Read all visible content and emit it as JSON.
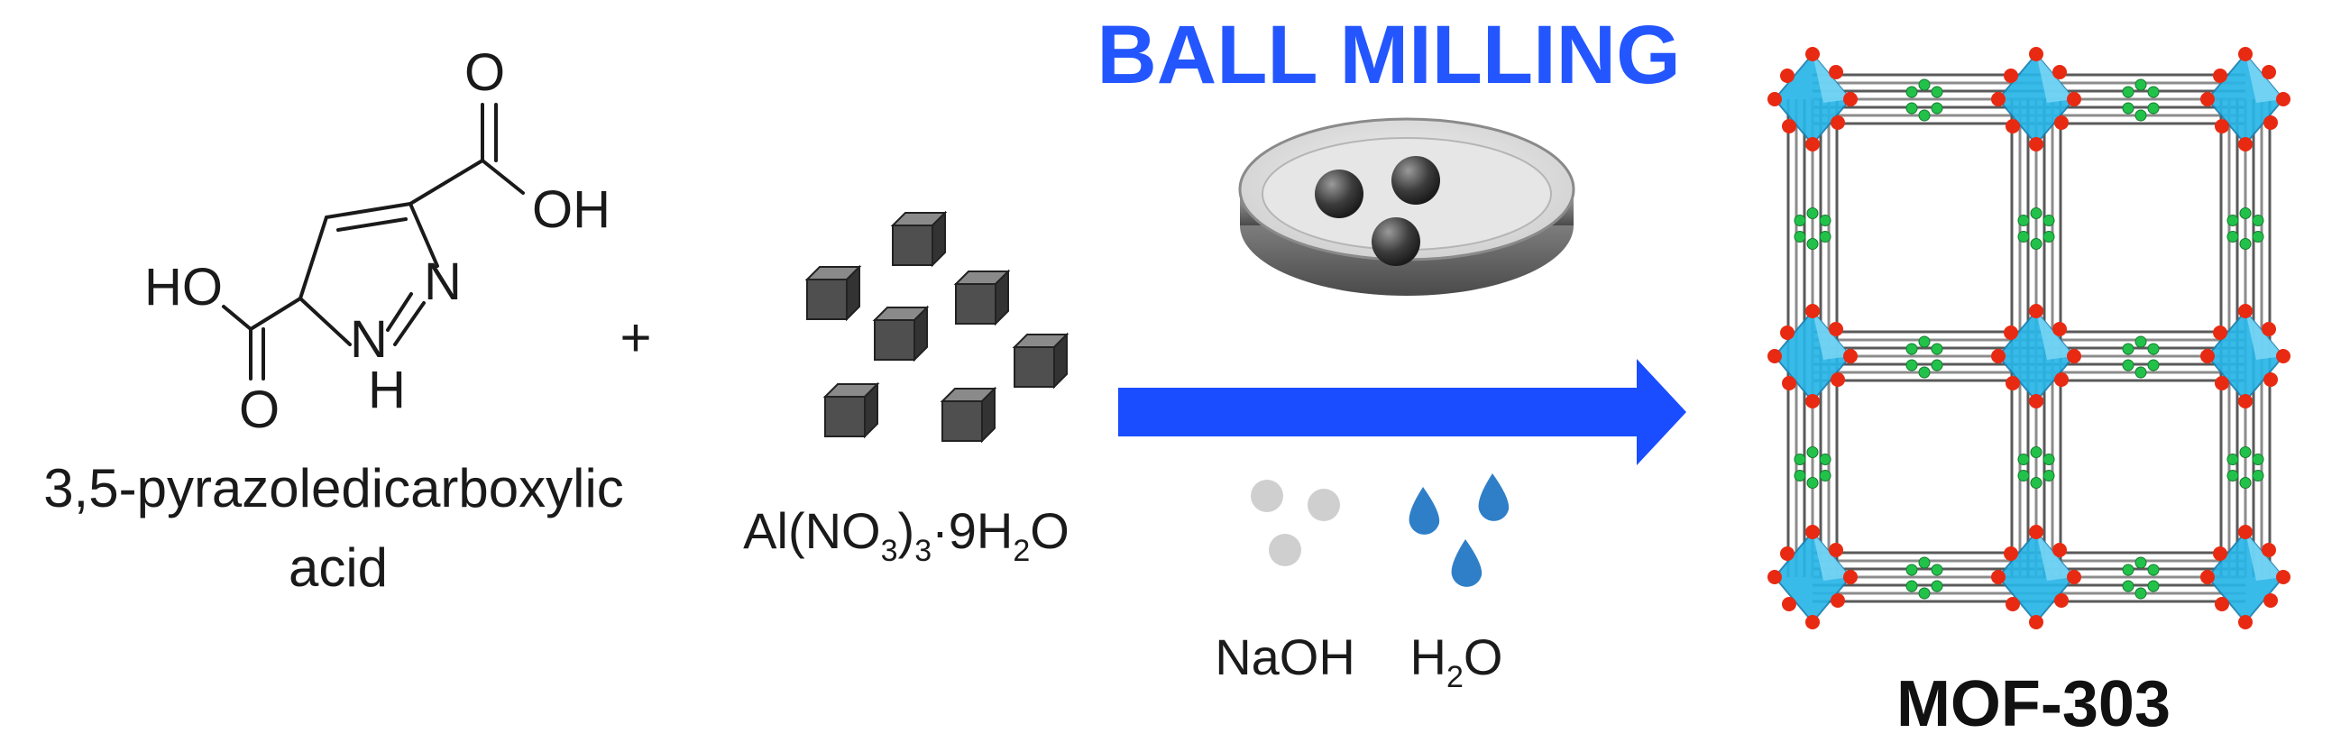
{
  "title": "BALL MILLING",
  "reactant1": {
    "name_line1": "3,5-pyrazoledicarboxylic",
    "name_line2": "acid",
    "atoms": {
      "o_top": "O",
      "oh_right": "OH",
      "ho_left": "HO",
      "n_ring": "N",
      "nh_n": "N",
      "nh_h": "H",
      "o_bottom": "O"
    }
  },
  "plus": "+",
  "reactant2": {
    "formula": "Al(NO3)3·9H2O",
    "f_a": "Al(NO",
    "f_b": "3",
    "f_c": ")",
    "f_d": "3",
    "f_e": "·9H",
    "f_f": "2",
    "f_g": "O"
  },
  "reagents": {
    "naoh": "NaOH",
    "water_a": "H",
    "water_b": "2",
    "water_c": "O"
  },
  "product": "MOF-303",
  "colors": {
    "title": "#2456ff",
    "arrow": "#1a4dff",
    "drop": "#2f7fc8",
    "pellet": "#cfcfcf",
    "cube": "#555555",
    "octa": "#29b6e8",
    "oxygen": "#e82a12",
    "carbon": "#22c24a"
  }
}
